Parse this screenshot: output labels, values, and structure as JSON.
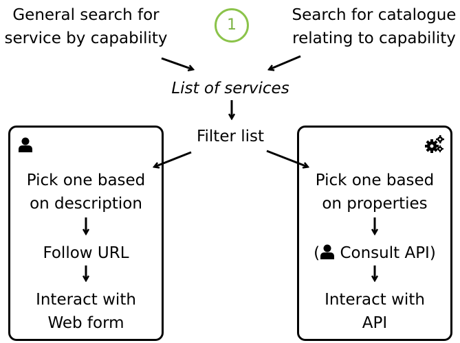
{
  "step_number": "1",
  "top_left": [
    "General search for",
    "service by capability"
  ],
  "top_right": [
    "Search for catalogue",
    "relating to capability"
  ],
  "list_label": "List of services",
  "filter_label": "Filter list",
  "left_box": {
    "icon": "user-icon",
    "lines": [
      "Pick one based",
      "on description",
      "Follow URL",
      "Interact with",
      "Web form"
    ]
  },
  "right_box": {
    "icon": "gears-icon",
    "lines": [
      "Pick one based",
      "on properties",
      "Consult API)",
      "Interact with",
      "API"
    ],
    "consult_prefix": "(",
    "consult_icon": "user-icon"
  },
  "colors": {
    "accent": "#7cb342",
    "ink": "#000000"
  }
}
